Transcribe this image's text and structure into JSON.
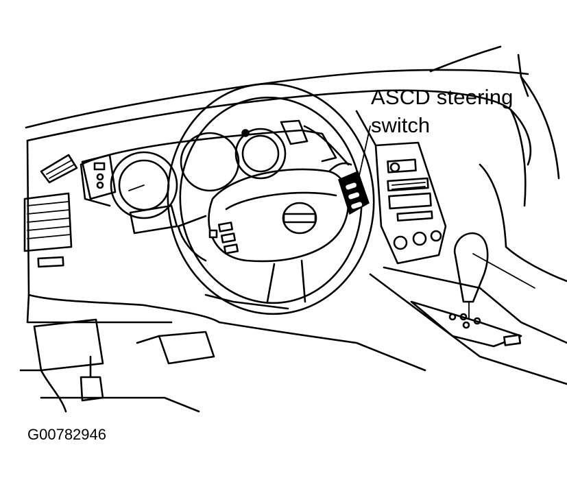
{
  "callout": {
    "line1": "ASCD steering",
    "line2": "switch"
  },
  "figure_code": "G00782946",
  "colors": {
    "ink": "#000000",
    "paper": "#ffffff"
  }
}
